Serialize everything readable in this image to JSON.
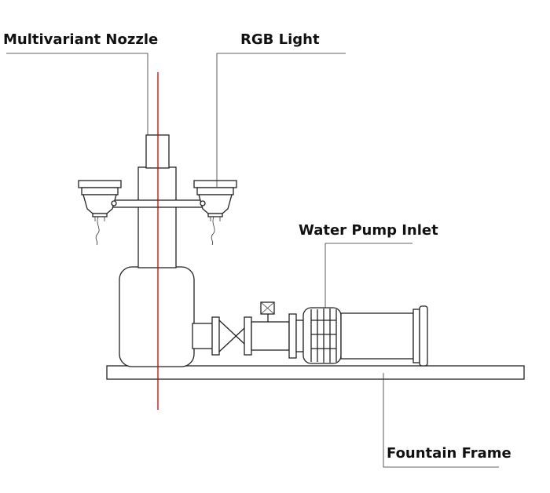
{
  "labels": {
    "nozzle": "Multivariant Nozzle",
    "light": "RGB Light",
    "pump_inlet": "Water Pump Inlet",
    "frame": "Fountain Frame"
  },
  "colors": {
    "line": "#222222",
    "centerline": "#cc0000"
  }
}
